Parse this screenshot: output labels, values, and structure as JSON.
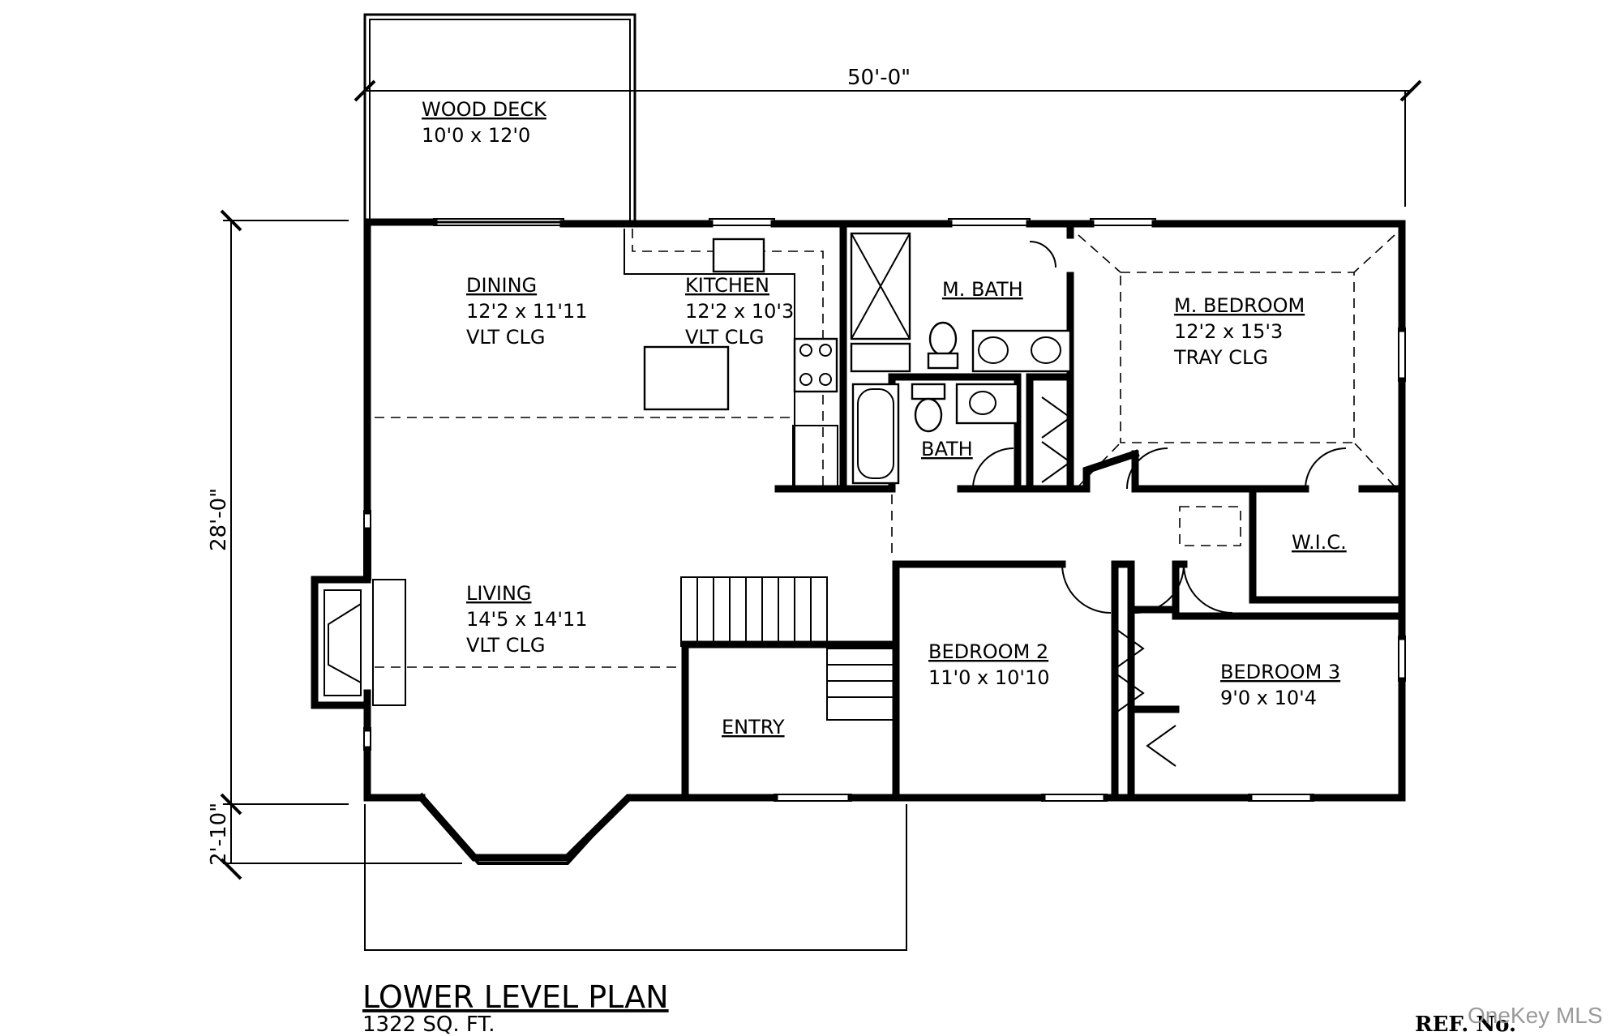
{
  "plan": {
    "title": "LOWER LEVEL PLAN",
    "area": "1322 SQ. FT.",
    "ref": "REF. No.",
    "watermark": "OneKey MLS"
  },
  "dimensions": {
    "width": "50'-0\"",
    "depth": "28'-0\"",
    "bay": "2'-10\""
  },
  "rooms": {
    "wood_deck": {
      "name": "WOOD DECK",
      "size": "10'0 x 12'0"
    },
    "dining": {
      "name": "DINING",
      "size": "12'2 x 11'11",
      "note": "VLT CLG"
    },
    "kitchen": {
      "name": "KITCHEN",
      "size": "12'2 x 10'3",
      "note": "VLT CLG"
    },
    "master_bath": {
      "name": "M. BATH"
    },
    "master_bedroom": {
      "name": "M. BEDROOM",
      "size": "12'2 x 15'3",
      "note": "TRAY CLG"
    },
    "bath": {
      "name": "BATH"
    },
    "living": {
      "name": "LIVING",
      "size": "14'5 x 14'11",
      "note": "VLT CLG"
    },
    "wic": {
      "name": "W.I.C."
    },
    "entry": {
      "name": "ENTRY"
    },
    "bedroom2": {
      "name": "BEDROOM 2",
      "size": "11'0 x 10'10"
    },
    "bedroom3": {
      "name": "BEDROOM 3",
      "size": "9'0 x 10'4"
    }
  }
}
